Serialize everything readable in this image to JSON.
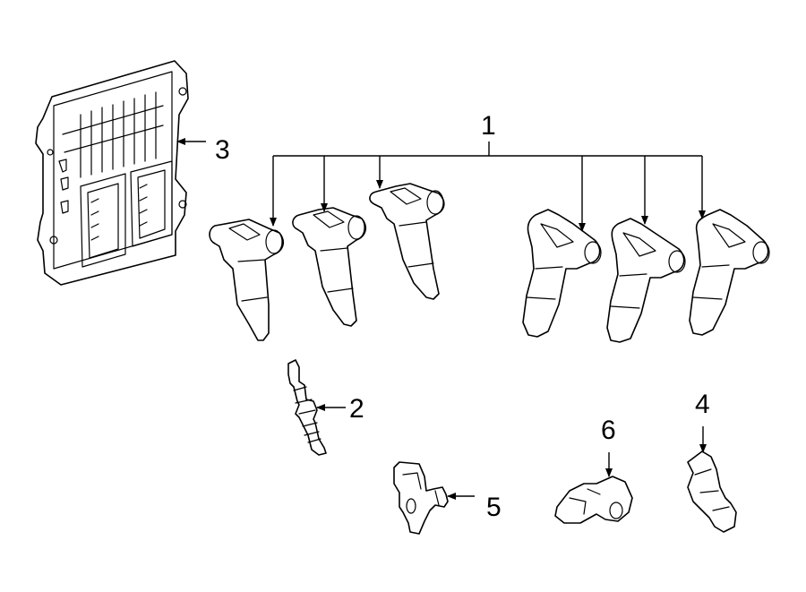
{
  "callouts": {
    "coil": "1",
    "spark_plug": "2",
    "ecm": "3",
    "sensor_4": "4",
    "sensor_5": "5",
    "sensor_6": "6"
  }
}
